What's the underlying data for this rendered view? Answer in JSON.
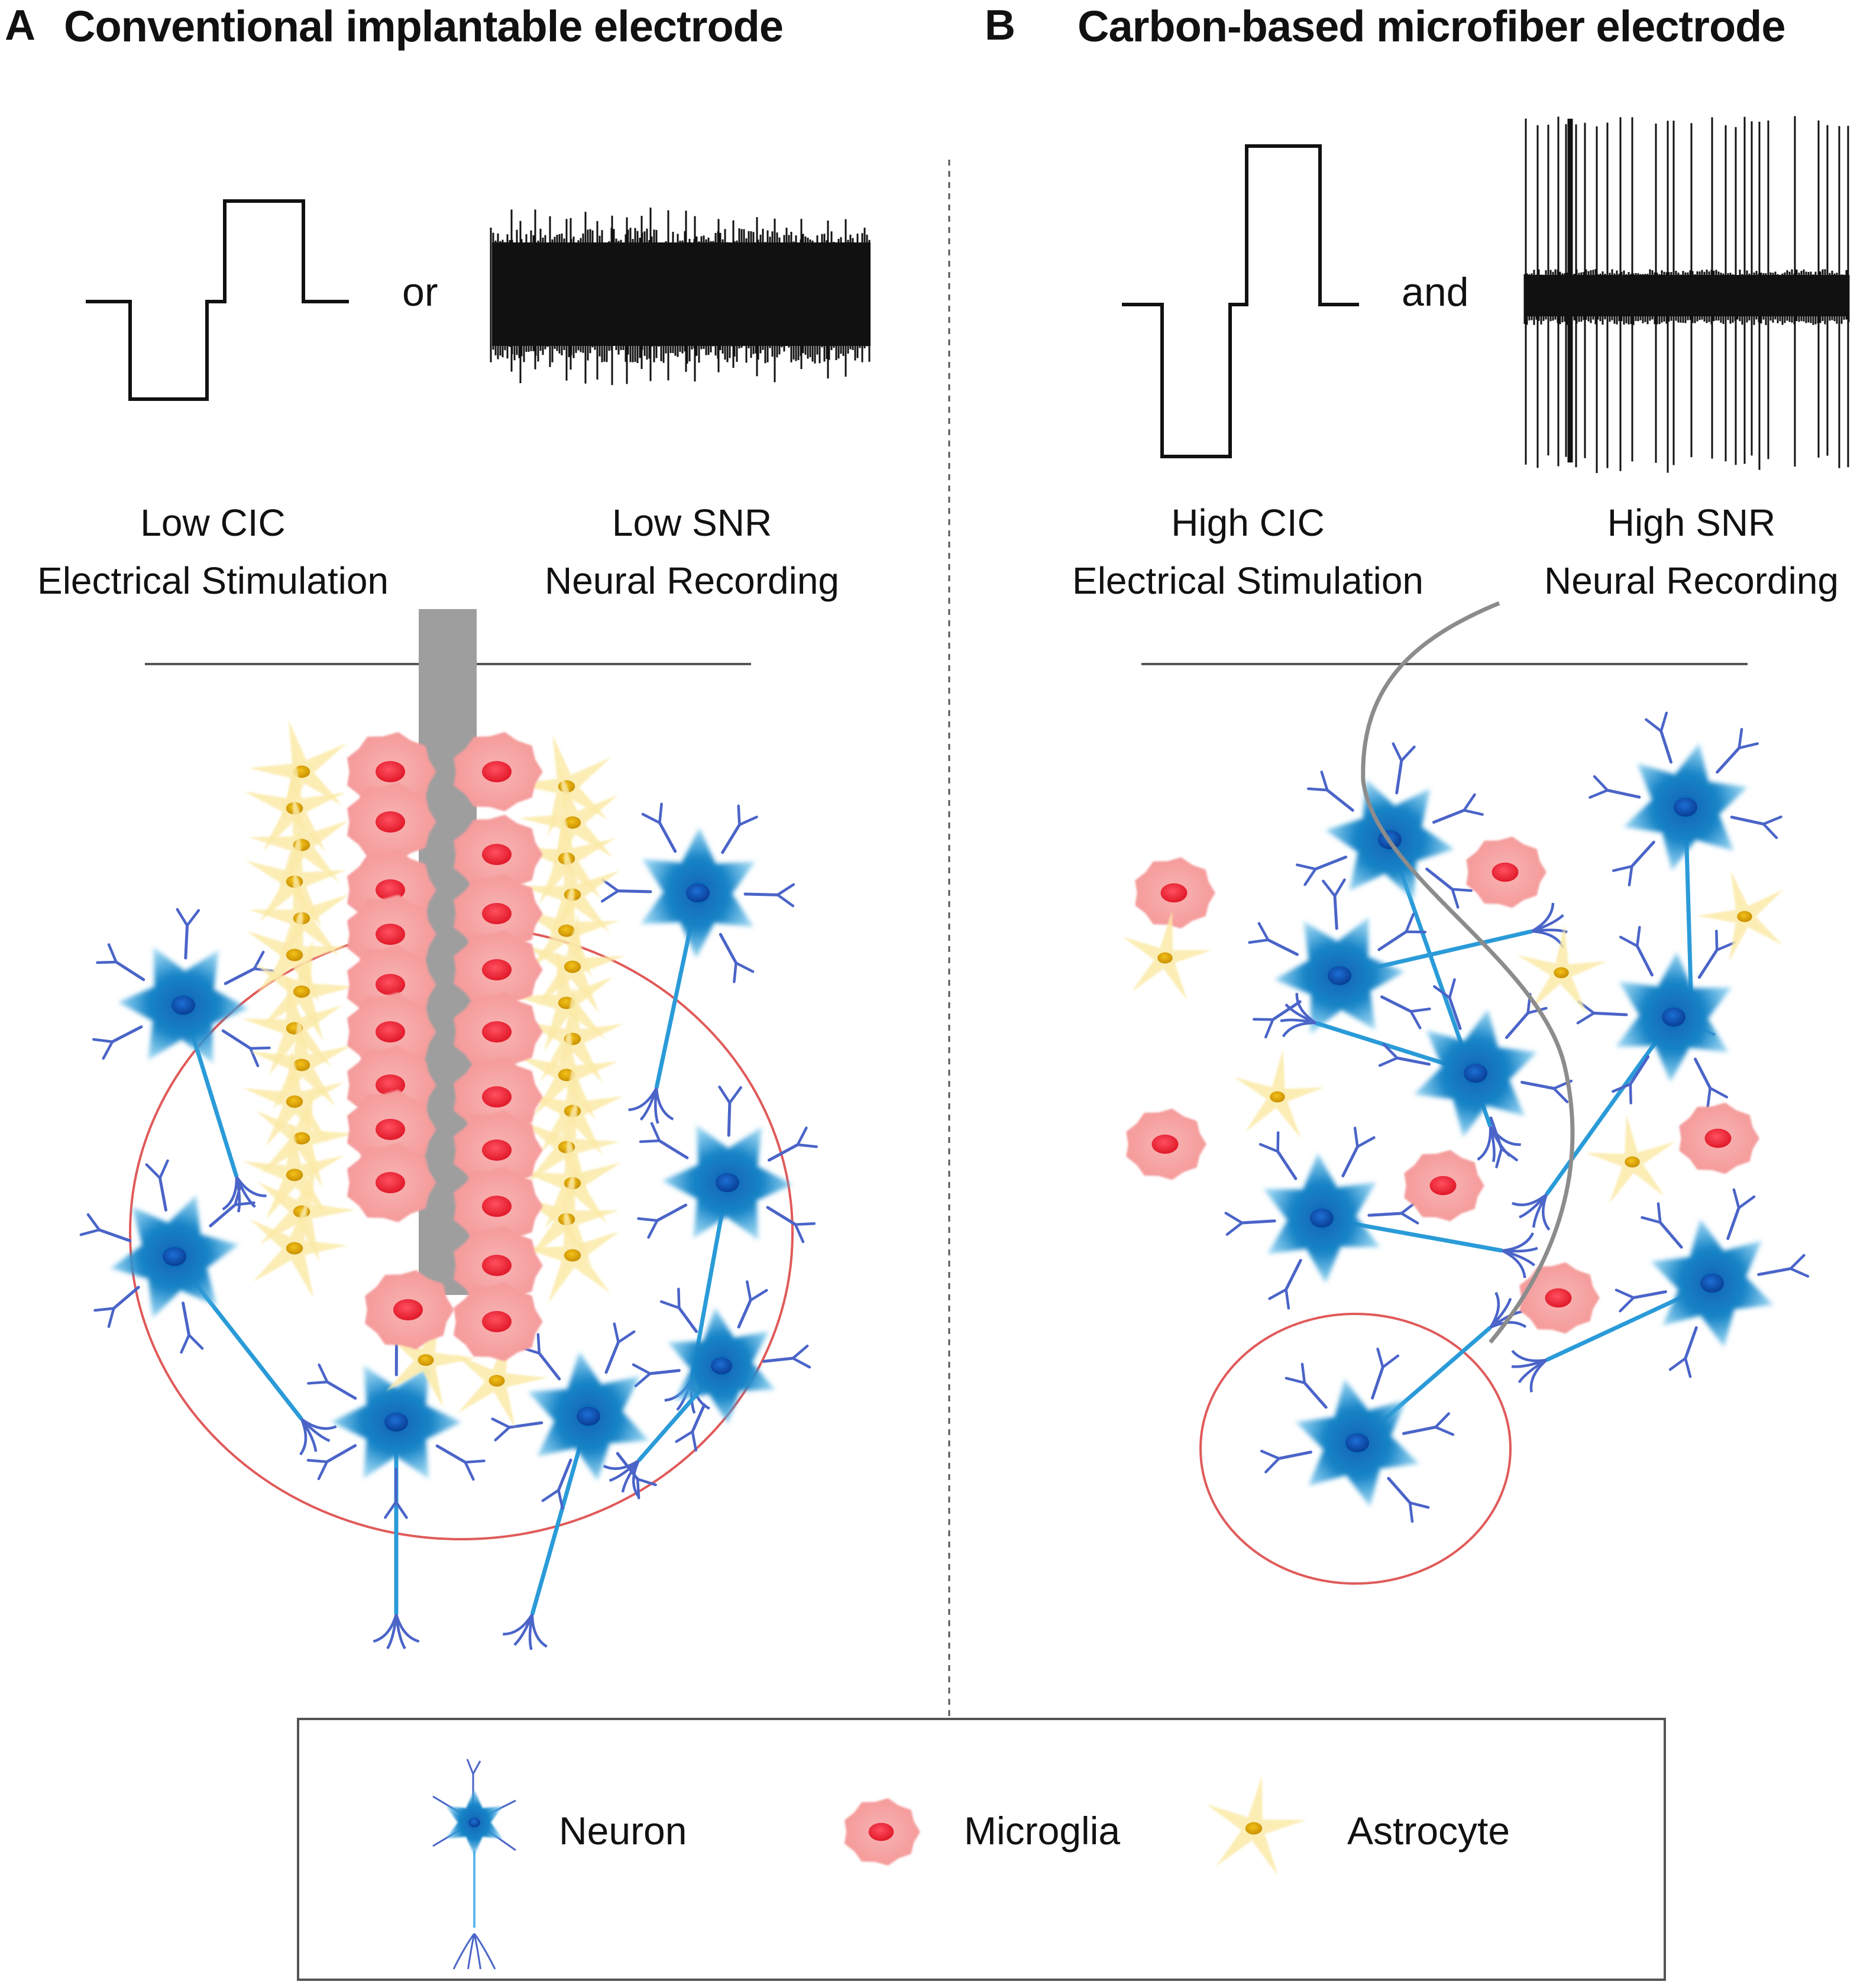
{
  "panels": [
    {
      "letter": "A",
      "title": "Conventional implantable electrode",
      "conjunction": "or",
      "stimulation": {
        "level": "Low CIC",
        "label": "Electrical Stimulation"
      },
      "recording": {
        "level": "Low SNR",
        "label": "Neural Recording"
      }
    },
    {
      "letter": "B",
      "title": "Carbon-based microfiber electrode",
      "conjunction": "and",
      "stimulation": {
        "level": "High CIC",
        "label": "Electrical Stimulation"
      },
      "recording": {
        "level": "High SNR",
        "label": "Neural Recording"
      }
    }
  ],
  "legend": [
    {
      "icon": "neuron-icon",
      "label": "Neuron"
    },
    {
      "icon": "microglia-icon",
      "label": "Microglia"
    },
    {
      "icon": "astrocyte-icon",
      "label": "Astrocyte"
    }
  ],
  "colors": {
    "neuron": "#1a86c8",
    "neuron_nucleus": "#0a4ea8",
    "dendrite": "#4a64c8",
    "microglia": "#f7a6a6",
    "microglia_nucleus": "#f02a3a",
    "astrocyte": "#fbeaa8",
    "astrocyte_nucleus": "#e0a800",
    "electrode": "#9e9e9e",
    "scar_circle": "#e05a5a"
  }
}
